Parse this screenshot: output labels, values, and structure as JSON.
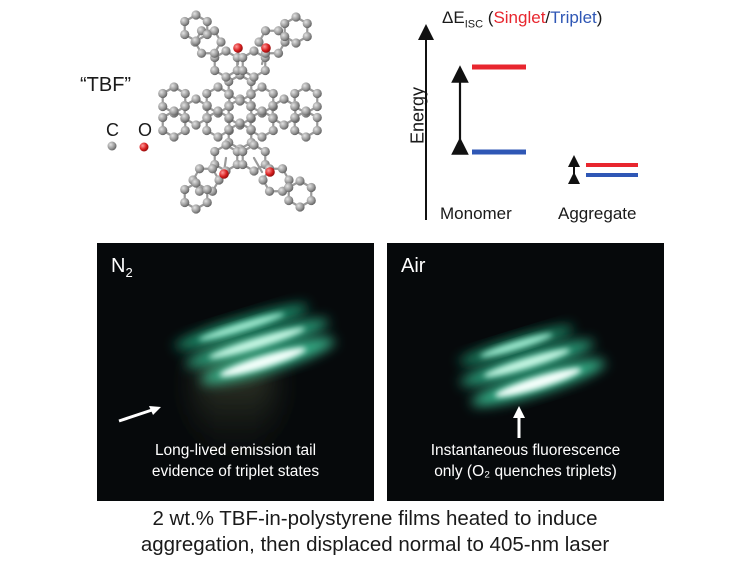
{
  "molecule": {
    "name": "“TBF”",
    "legend": [
      {
        "symbol": "C",
        "color": "#8c8c8c"
      },
      {
        "symbol": "O",
        "color": "#d81e1e"
      }
    ]
  },
  "energy_diagram": {
    "title_delta": "ΔE",
    "title_subscript": "ISC",
    "title_open": " (",
    "title_singlet": "Singlet",
    "title_slash": "/",
    "title_triplet": "Triplet",
    "title_close": ")",
    "axis_label": "Energy",
    "singlet_color": "#e8262e",
    "triplet_color": "#2f57b5",
    "columns": [
      "Monomer",
      "Aggregate"
    ]
  },
  "photos": [
    {
      "label_main": "N",
      "label_sub": "2",
      "caption_lines": [
        "Long-lived emission tail",
        "evidence of triplet states"
      ]
    },
    {
      "label_main": "Air",
      "caption_lines": [
        "Instantaneous fluorescence",
        "only (O₂ quenches triplets)"
      ]
    }
  ],
  "caption_lines": [
    "2 wt.% TBF-in-polystyrene films heated to induce",
    "aggregation, then displaced normal to 405-nm laser"
  ]
}
